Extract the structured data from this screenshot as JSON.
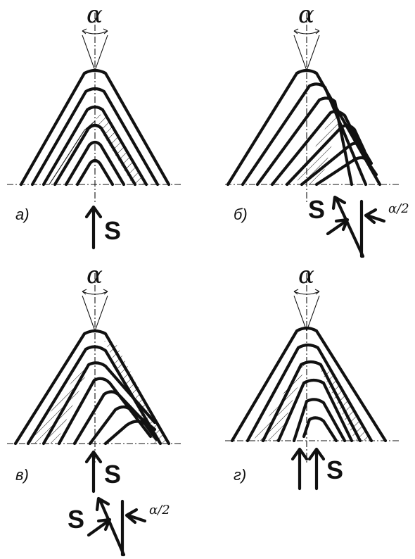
{
  "panels": [
    {
      "id": "a",
      "label": "а)",
      "alpha": "α",
      "feed": "S",
      "feed_mode": "radial"
    },
    {
      "id": "b",
      "label": "б)",
      "alpha": "α",
      "feed": "S",
      "feed_mode": "flank",
      "half_angle": "α/2"
    },
    {
      "id": "v",
      "label": "в)",
      "alpha": "α",
      "feed": "S",
      "feed_mode": "alternating",
      "feed_secondary": "S",
      "half_angle": "α/2"
    },
    {
      "id": "g",
      "label": "г)",
      "alpha": "α",
      "feed": "S",
      "feed_mode": "double"
    }
  ]
}
